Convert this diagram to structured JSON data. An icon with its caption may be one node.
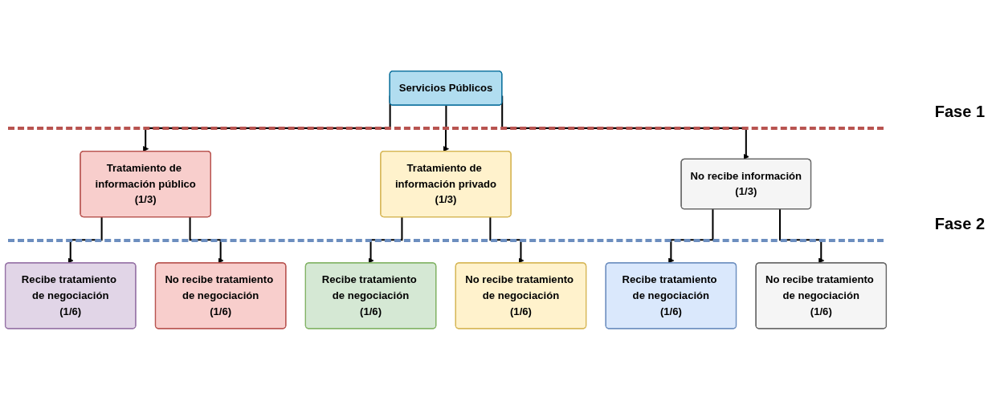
{
  "diagram": {
    "nodes": [
      {
        "text": [
          "Servicios Públicos"
        ]
      },
      {
        "text": [
          "Tratamiento de información público",
          "(1/3)"
        ]
      },
      {
        "text": [
          "Tratamiento de información privado",
          "(1/3)"
        ]
      },
      {
        "text": [
          "No recibe información",
          "(1/3)"
        ]
      },
      {
        "text": [
          "Recibe tratamiento de negociación",
          "(1/6)"
        ]
      },
      {
        "text": [
          "No recibe tratamiento de negociación",
          "(1/6)"
        ]
      },
      {
        "text": [
          "Recibe tratamiento de negociación",
          "(1/6)"
        ]
      },
      {
        "text": [
          "No recibe tratamiento de negociación",
          "(1/6)"
        ]
      },
      {
        "text": [
          "Recibe tratamiento de negociación",
          "(1/6)"
        ]
      },
      {
        "text": [
          "No recibe tratamiento de negociación",
          "(1/6)"
        ]
      }
    ],
    "edges": [
      {
        "from": 0,
        "to": 1,
        "arrow": "to"
      },
      {
        "from": 0,
        "to": 2,
        "arrow": "to"
      },
      {
        "from": 0,
        "to": 3,
        "arrow": "to"
      },
      {
        "from": 1,
        "to": 4,
        "arrow": "to"
      },
      {
        "from": 1,
        "to": 5,
        "arrow": "to"
      },
      {
        "from": 2,
        "to": 6,
        "arrow": "to"
      },
      {
        "from": 2,
        "to": 7,
        "arrow": "to"
      },
      {
        "from": 3,
        "to": 8,
        "arrow": "to"
      },
      {
        "from": 3,
        "to": 9,
        "arrow": "to"
      }
    ],
    "labels": [
      "Fase 1",
      "Fase 2"
    ]
  }
}
